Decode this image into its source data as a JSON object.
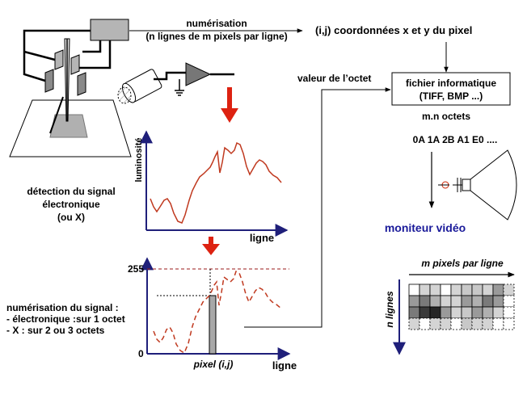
{
  "top_flow": {
    "numerisation_title": "numérisation",
    "numerisation_detail": "(n lignes de m pixels par ligne)",
    "coord_label": "(i,j)  coordonnées x et y du pixel"
  },
  "octet_value_label": "valeur de l’octet",
  "file_box": {
    "line1": "fichier informatique",
    "line2": "(TIFF, BMP ...)"
  },
  "file_size": "m.n octets",
  "hex_sample": "0A 1A 2B A1 E0 ....",
  "monitor_label": "moniteur vidéo",
  "detection_label": {
    "line1": "détection du signal",
    "line2": "électronique",
    "line3": "(ou X)"
  },
  "signal_chart": {
    "y_label": "luminosité",
    "x_label": "ligne"
  },
  "digitized_chart": {
    "y_max_label": "255",
    "y_min_label": "0",
    "pixel_label": "pixel (i,j)",
    "x_label": "ligne"
  },
  "digitization_text": {
    "line1": "numérisation du signal :",
    "line2": "- électronique :sur 1 octet",
    "line3": "- X :  sur 2 ou 3 octets"
  },
  "pixel_grid": {
    "top_label": "m pixels par ligne",
    "side_label": "n lignes",
    "rows": [
      [
        "#ffffff",
        "#d4d4d4",
        "#d4d4d4",
        "#ffffff",
        "#d4d4d4",
        "#c8c8c8",
        "#c8c8c8",
        "#d4d4d4",
        "#9a9a9a",
        "#d4d4d4"
      ],
      [
        "#9a9a9a",
        "#7a7a7a",
        "#b0b0b0",
        "#d4d4d4",
        "#d4d4d4",
        "#9a9a9a",
        "#b0b0b0",
        "#7a7a7a",
        "#9a9a9a",
        "#ffffff"
      ],
      [
        "#7a7a7a",
        "#3a3a3a",
        "#262626",
        "#9a9a9a",
        "#d4d4d4",
        "#c8c8c8",
        "#9a9a9a",
        "#b0b0b0",
        "#d4d4d4",
        "#ffffff"
      ],
      [
        "#d4d4d4",
        "#ffffff",
        "#d4d4d4",
        "#d4d4d4",
        "#ffffff",
        "#c8c8c8",
        "#d4d4d4",
        "#d4d4d4",
        "#ffffff",
        "#ffffff"
      ]
    ]
  },
  "colors": {
    "red_arrow": "#dd2211",
    "signal_curve": "#c0391f",
    "axis_navy": "#1f1f7a",
    "monitor_text": "#1a1a9a"
  }
}
